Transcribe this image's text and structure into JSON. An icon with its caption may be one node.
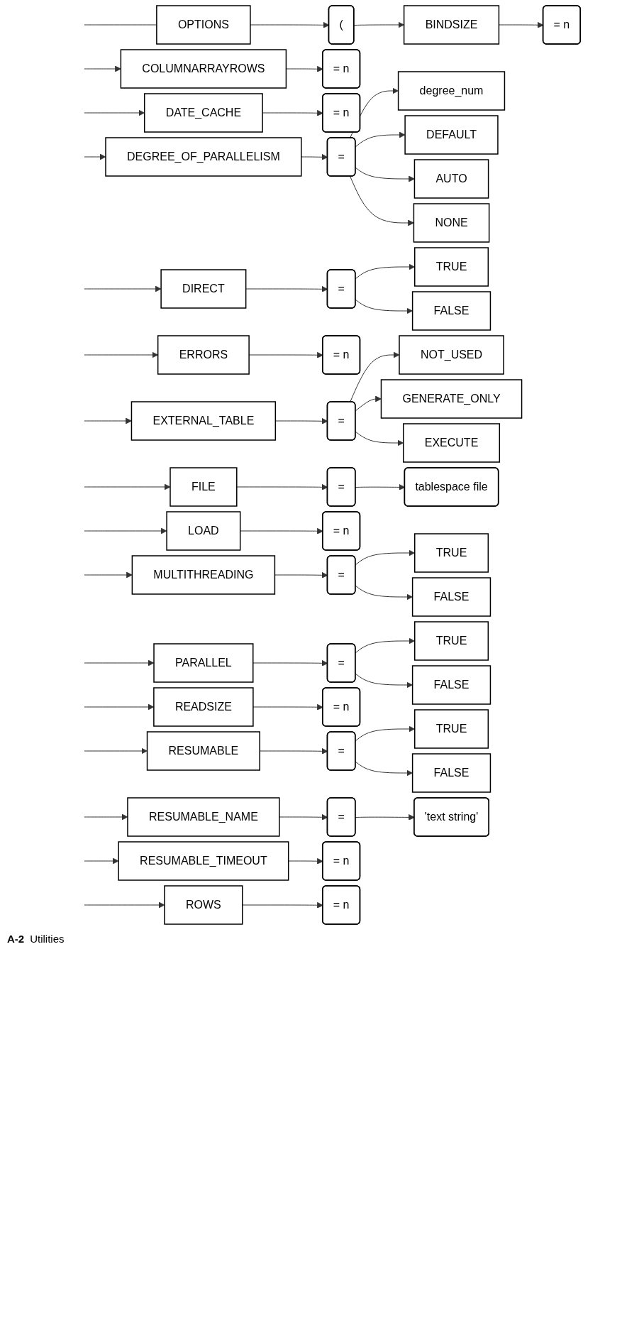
{
  "diagram": {
    "nodes": [
      {
        "text": [
          "OPTIONS"
        ]
      },
      {
        "text": [
          "("
        ]
      },
      {
        "text": [
          "BINDSIZE"
        ]
      },
      {
        "text": [
          "= n"
        ]
      },
      {
        "text": [
          "COLUMNARRAYROWS"
        ]
      },
      {
        "text": [
          "= n"
        ]
      },
      {
        "text": [
          "DATE_CACHE"
        ]
      },
      {
        "text": [
          "= n"
        ]
      },
      {
        "text": [
          "DEGREE_OF_PARALLELISM"
        ]
      },
      {
        "text": [
          "="
        ]
      },
      {
        "text": [
          "degree_num"
        ]
      },
      {
        "text": [
          "DEFAULT"
        ]
      },
      {
        "text": [
          "AUTO"
        ]
      },
      {
        "text": [
          "NONE"
        ]
      },
      {
        "text": [
          "DIRECT"
        ]
      },
      {
        "text": [
          "="
        ]
      },
      {
        "text": [
          "TRUE"
        ]
      },
      {
        "text": [
          "FALSE"
        ]
      },
      {
        "text": [
          "ERRORS"
        ]
      },
      {
        "text": [
          "= n"
        ]
      },
      {
        "text": [
          "EXTERNAL_TABLE"
        ]
      },
      {
        "text": [
          "="
        ]
      },
      {
        "text": [
          "NOT_USED"
        ]
      },
      {
        "text": [
          "GENERATE_ONLY"
        ]
      },
      {
        "text": [
          "EXECUTE"
        ]
      },
      {
        "text": [
          "FILE"
        ]
      },
      {
        "text": [
          "="
        ]
      },
      {
        "text": [
          "tablespace file"
        ]
      },
      {
        "text": [
          "LOAD"
        ]
      },
      {
        "text": [
          "= n"
        ]
      },
      {
        "text": [
          "MULTITHREADING"
        ]
      },
      {
        "text": [
          "="
        ]
      },
      {
        "text": [
          "TRUE"
        ]
      },
      {
        "text": [
          "FALSE"
        ]
      },
      {
        "text": [
          "PARALLEL"
        ]
      },
      {
        "text": [
          "="
        ]
      },
      {
        "text": [
          "TRUE"
        ]
      },
      {
        "text": [
          "FALSE"
        ]
      },
      {
        "text": [
          "READSIZE"
        ]
      },
      {
        "text": [
          "= n"
        ]
      },
      {
        "text": [
          "RESUMABLE"
        ]
      },
      {
        "text": [
          "="
        ]
      },
      {
        "text": [
          "TRUE"
        ]
      },
      {
        "text": [
          "FALSE"
        ]
      },
      {
        "text": [
          "RESUMABLE_NAME"
        ]
      },
      {
        "text": [
          "="
        ]
      },
      {
        "text": [
          "'text string'"
        ]
      },
      {
        "text": [
          "RESUMABLE_TIMEOUT"
        ]
      },
      {
        "text": [
          "= n"
        ]
      },
      {
        "text": [
          "ROWS"
        ]
      },
      {
        "text": [
          "= n"
        ]
      }
    ],
    "edges": [
      {
        "from": null,
        "to": 0,
        "arrow": "none"
      },
      {
        "from": 0,
        "to": 1,
        "arrow": "to"
      },
      {
        "from": 1,
        "to": 2,
        "arrow": "to"
      },
      {
        "from": 2,
        "to": 3,
        "arrow": "to"
      },
      {
        "from": null,
        "to": 4,
        "arrow": "to"
      },
      {
        "from": 4,
        "to": 5,
        "arrow": "to"
      },
      {
        "from": null,
        "to": 6,
        "arrow": "to"
      },
      {
        "from": 6,
        "to": 7,
        "arrow": "to"
      },
      {
        "from": null,
        "to": 8,
        "arrow": "to"
      },
      {
        "from": 8,
        "to": 9,
        "arrow": "to"
      },
      {
        "from": 9,
        "to": 10,
        "arrow": "to"
      },
      {
        "from": 9,
        "to": 11,
        "arrow": "to"
      },
      {
        "from": 9,
        "to": 12,
        "arrow": "to"
      },
      {
        "from": 9,
        "to": 13,
        "arrow": "to"
      },
      {
        "from": null,
        "to": 14,
        "arrow": "to"
      },
      {
        "from": 14,
        "to": 15,
        "arrow": "to"
      },
      {
        "from": 15,
        "to": 16,
        "arrow": "to"
      },
      {
        "from": 15,
        "to": 17,
        "arrow": "to"
      },
      {
        "from": null,
        "to": 18,
        "arrow": "to"
      },
      {
        "from": 18,
        "to": 19,
        "arrow": "to"
      },
      {
        "from": null,
        "to": 20,
        "arrow": "to"
      },
      {
        "from": 20,
        "to": 21,
        "arrow": "to"
      },
      {
        "from": 21,
        "to": 22,
        "arrow": "to"
      },
      {
        "from": 21,
        "to": 23,
        "arrow": "to"
      },
      {
        "from": 21,
        "to": 24,
        "arrow": "to"
      },
      {
        "from": null,
        "to": 25,
        "arrow": "to"
      },
      {
        "from": 25,
        "to": 26,
        "arrow": "to"
      },
      {
        "from": 26,
        "to": 27,
        "arrow": "to"
      },
      {
        "from": null,
        "to": 28,
        "arrow": "to"
      },
      {
        "from": 28,
        "to": 29,
        "arrow": "to"
      },
      {
        "from": null,
        "to": 30,
        "arrow": "to"
      },
      {
        "from": 30,
        "to": 31,
        "arrow": "to"
      },
      {
        "from": 31,
        "to": 32,
        "arrow": "to"
      },
      {
        "from": 31,
        "to": 33,
        "arrow": "to"
      },
      {
        "from": null,
        "to": 34,
        "arrow": "to"
      },
      {
        "from": 34,
        "to": 35,
        "arrow": "to"
      },
      {
        "from": 35,
        "to": 36,
        "arrow": "to"
      },
      {
        "from": 35,
        "to": 37,
        "arrow": "to"
      },
      {
        "from": null,
        "to": 38,
        "arrow": "to"
      },
      {
        "from": 38,
        "to": 39,
        "arrow": "to"
      },
      {
        "from": null,
        "to": 40,
        "arrow": "to"
      },
      {
        "from": 40,
        "to": 41,
        "arrow": "to"
      },
      {
        "from": 41,
        "to": 42,
        "arrow": "to"
      },
      {
        "from": 41,
        "to": 43,
        "arrow": "to"
      },
      {
        "from": null,
        "to": 44,
        "arrow": "to"
      },
      {
        "from": 44,
        "to": 45,
        "arrow": "to"
      },
      {
        "from": 45,
        "to": 46,
        "arrow": "to"
      },
      {
        "from": null,
        "to": 47,
        "arrow": "to"
      },
      {
        "from": 47,
        "to": 48,
        "arrow": "to"
      },
      {
        "from": null,
        "to": 49,
        "arrow": "to"
      },
      {
        "from": 49,
        "to": 50,
        "arrow": "to"
      }
    ],
    "labels": [
      "A-2",
      "Utilities"
    ]
  }
}
